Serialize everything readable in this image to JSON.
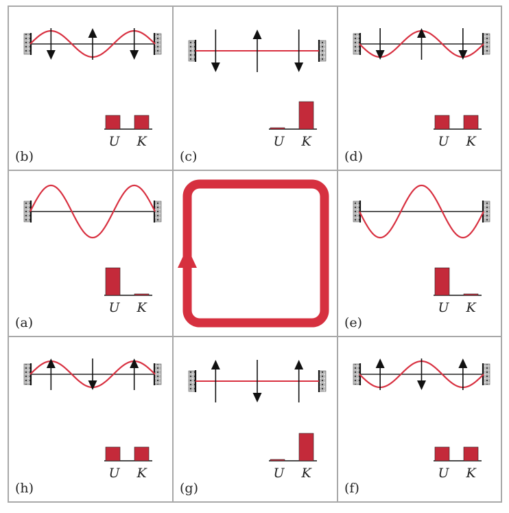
{
  "colors": {
    "wave": "#d83040",
    "bar": "#c42a3a",
    "line": "#222222",
    "grid": "#a8a8a8",
    "cycle_arrow": "#d6303f"
  },
  "energy_axis_labels": {
    "potential": "U",
    "kinetic": "K"
  },
  "panels": [
    {
      "id": "b",
      "label": "(b)",
      "wave_amplitude": 0.5,
      "wave_color": "red",
      "string_color": "black",
      "velocity_arrows": [
        "down",
        "up",
        "down"
      ],
      "potential_energy": 0.5,
      "kinetic_energy": 0.5
    },
    {
      "id": "c",
      "label": "(c)",
      "wave_amplitude": 0,
      "wave_color": "red",
      "string_color": "red",
      "velocity_arrows": [
        "down",
        "up",
        "down"
      ],
      "potential_energy": 0.05,
      "kinetic_energy": 1.0
    },
    {
      "id": "d",
      "label": "(d)",
      "wave_amplitude": -0.5,
      "wave_color": "red",
      "string_color": "black",
      "velocity_arrows": [
        "down",
        "up",
        "down"
      ],
      "potential_energy": 0.5,
      "kinetic_energy": 0.5
    },
    {
      "id": "a",
      "label": "(a)",
      "wave_amplitude": 1.0,
      "wave_color": "red",
      "string_color": "black",
      "velocity_arrows": [],
      "potential_energy": 1.0,
      "kinetic_energy": 0.05
    },
    {
      "id": "e",
      "label": "(e)",
      "wave_amplitude": -1.0,
      "wave_color": "red",
      "string_color": "black",
      "velocity_arrows": [],
      "potential_energy": 1.0,
      "kinetic_energy": 0.05
    },
    {
      "id": "h",
      "label": "(h)",
      "wave_amplitude": 0.5,
      "wave_color": "red",
      "string_color": "black",
      "velocity_arrows": [
        "up",
        "down",
        "up"
      ],
      "potential_energy": 0.5,
      "kinetic_energy": 0.5
    },
    {
      "id": "g",
      "label": "(g)",
      "wave_amplitude": 0,
      "wave_color": "red",
      "string_color": "red",
      "velocity_arrows": [
        "up",
        "down",
        "up"
      ],
      "potential_energy": 0.05,
      "kinetic_energy": 1.0
    },
    {
      "id": "f",
      "label": "(f)",
      "wave_amplitude": -0.5,
      "wave_color": "red",
      "string_color": "black",
      "velocity_arrows": [
        "up",
        "down",
        "up"
      ],
      "potential_energy": 0.5,
      "kinetic_energy": 0.5
    }
  ],
  "center": {
    "cycle_direction": "counterclockwise",
    "icon": "cycle-arrow-icon"
  }
}
